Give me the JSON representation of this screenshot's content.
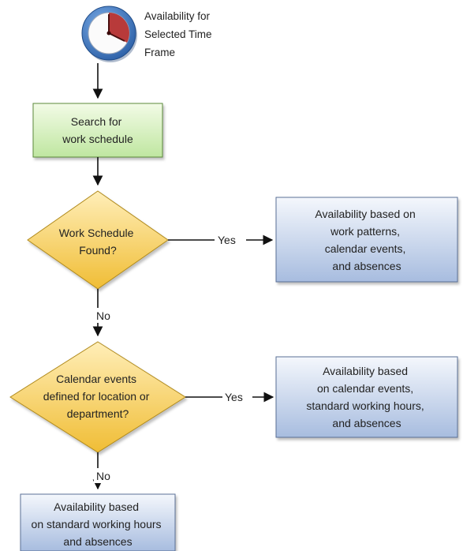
{
  "start": {
    "icon": "clock-icon",
    "label_lines": [
      "Availability for",
      "Selected Time",
      "Frame"
    ]
  },
  "process": {
    "search": {
      "label_lines": [
        "Search for",
        "work schedule"
      ]
    }
  },
  "decisions": {
    "work_schedule": {
      "label_lines": [
        "Work Schedule",
        "Found?"
      ]
    },
    "calendar_events": {
      "label_lines": [
        "Calendar events",
        "defined for location or",
        "department?"
      ]
    }
  },
  "outcomes": {
    "patterns": {
      "label_lines": [
        "Availability based on",
        "work patterns,",
        "calendar events,",
        "and absences"
      ]
    },
    "calendar": {
      "label_lines": [
        "Availability based",
        "on calendar events,",
        "standard working hours,",
        "and absences"
      ]
    },
    "standard": {
      "label_lines": [
        "Availability based",
        "on standard working hours",
        "and absences"
      ]
    }
  },
  "edge_labels": {
    "yes_1": "Yes",
    "no_1": "No",
    "yes_2": "Yes",
    "no_2": "No"
  },
  "colors": {
    "process_fill_top": "#f2fbe6",
    "process_fill_bottom": "#bfe6a0",
    "process_stroke": "#5c8a3a",
    "decision_fill_top": "#ffe9a6",
    "decision_fill_bottom": "#f3c23d",
    "decision_stroke": "#b08a1d",
    "outcome_fill_top": "#f1f5fb",
    "outcome_fill_bottom": "#a9bee0",
    "outcome_stroke": "#5a6f96",
    "clock_rim": "#3d72b8",
    "clock_sector": "#b33a3a"
  }
}
